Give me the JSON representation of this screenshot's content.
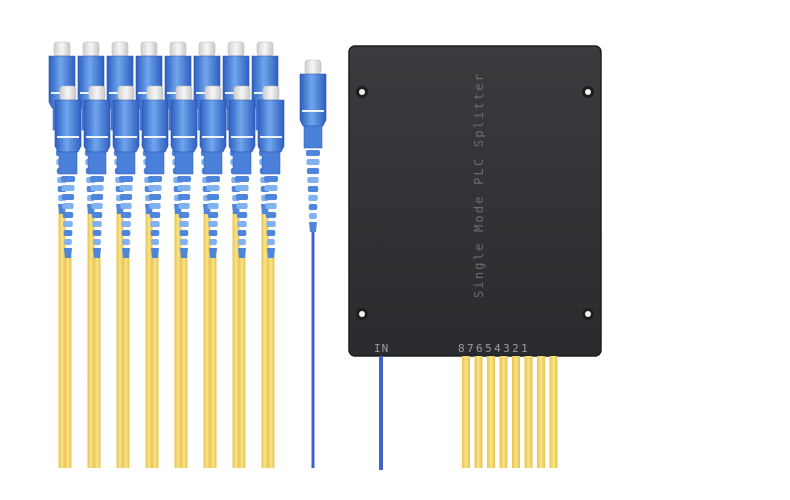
{
  "product": {
    "splitter_label": "Single Mode PLC Splitter",
    "input_port_label": "IN",
    "output_port_labels": "87654321"
  },
  "colors": {
    "connector_blue": "#3f74d4",
    "connector_blue_light": "#7fb2ee",
    "connector_cap": "#e8e8e8",
    "fiber_yellow": "#f2d66c",
    "fiber_blue": "#3d64c8",
    "housing": "#303134"
  },
  "icons": {
    "connector": "sc-fiber-connector-icon",
    "screw": "mounting-screw-icon"
  }
}
